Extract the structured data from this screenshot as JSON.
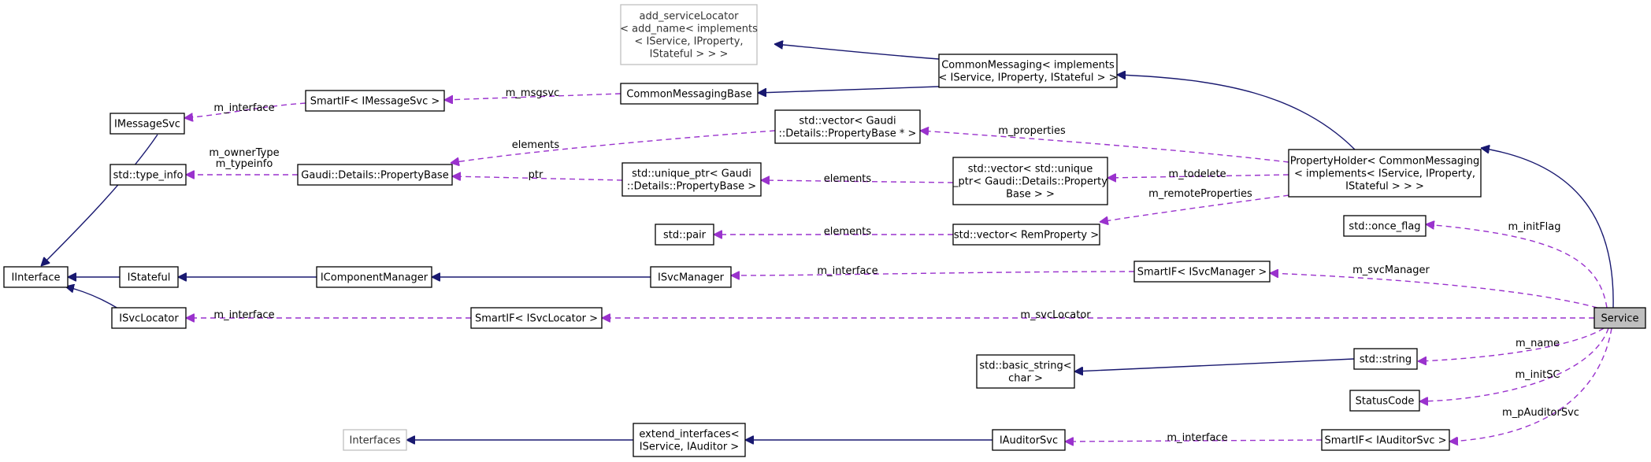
{
  "colors": {
    "inheritance": "#191970",
    "member": "#9a32cd",
    "focus_fill": "#bfbfbf",
    "ghost_border": "#bfbfbf"
  },
  "nodes": [
    {
      "id": "IInterface",
      "lines": [
        "IInterface"
      ]
    },
    {
      "id": "IMessageSvc",
      "lines": [
        "IMessageSvc"
      ]
    },
    {
      "id": "type_info",
      "lines": [
        "std::type_info"
      ]
    },
    {
      "id": "IStateful",
      "lines": [
        "IStateful"
      ]
    },
    {
      "id": "ISvcLocator",
      "lines": [
        "ISvcLocator"
      ]
    },
    {
      "id": "SmartIF_IMessageSvc",
      "lines": [
        "SmartIF< IMessageSvc >"
      ]
    },
    {
      "id": "PropertyBase",
      "lines": [
        "Gaudi::Details::PropertyBase"
      ]
    },
    {
      "id": "IComponentManager",
      "lines": [
        "IComponentManager"
      ]
    },
    {
      "id": "SmartIF_ISvcLocator",
      "lines": [
        "SmartIF< ISvcLocator >"
      ]
    },
    {
      "id": "Interfaces",
      "lines": [
        "Interfaces"
      ]
    },
    {
      "id": "add_serviceLocator",
      "lines": [
        "add_serviceLocator",
        "< add_name< implements",
        "< IService, IProperty,",
        "IStateful > > >"
      ]
    },
    {
      "id": "CommonMessagingBase",
      "lines": [
        "CommonMessagingBase"
      ]
    },
    {
      "id": "vector_PropertyBase",
      "lines": [
        "std::vector< Gaudi",
        "::Details::PropertyBase * >"
      ]
    },
    {
      "id": "unique_ptr",
      "lines": [
        "std::unique_ptr< Gaudi",
        "::Details::PropertyBase >"
      ]
    },
    {
      "id": "pair",
      "lines": [
        "std::pair"
      ]
    },
    {
      "id": "ISvcManager",
      "lines": [
        "ISvcManager"
      ]
    },
    {
      "id": "extend_interfaces",
      "lines": [
        "extend_interfaces<",
        "IService, IAuditor >"
      ]
    },
    {
      "id": "CommonMessaging",
      "lines": [
        "CommonMessaging< implements",
        "< IService, IProperty, IStateful > >"
      ]
    },
    {
      "id": "vector_unique",
      "lines": [
        "std::vector< std::unique",
        "_ptr< Gaudi::Details::Property",
        "Base > >"
      ]
    },
    {
      "id": "vector_RemProperty",
      "lines": [
        "std::vector< RemProperty >"
      ]
    },
    {
      "id": "basic_string",
      "lines": [
        "std::basic_string<",
        "char >"
      ]
    },
    {
      "id": "IAuditorSvc",
      "lines": [
        "IAuditorSvc"
      ]
    },
    {
      "id": "SmartIF_ISvcManager",
      "lines": [
        "SmartIF< ISvcManager >"
      ]
    },
    {
      "id": "PropertyHolder",
      "lines": [
        "PropertyHolder< CommonMessaging",
        "< implements< IService, IProperty,",
        "IStateful > > >"
      ]
    },
    {
      "id": "once_flag",
      "lines": [
        "std::once_flag"
      ]
    },
    {
      "id": "string",
      "lines": [
        "std::string"
      ]
    },
    {
      "id": "StatusCode",
      "lines": [
        "StatusCode"
      ]
    },
    {
      "id": "SmartIF_IAuditorSvc",
      "lines": [
        "SmartIF< IAuditorSvc >"
      ]
    },
    {
      "id": "Service",
      "lines": [
        "Service"
      ]
    }
  ],
  "edge_labels": [
    {
      "id": "m_interface_msg",
      "lines": [
        "m_interface"
      ]
    },
    {
      "id": "m_msgsvc",
      "lines": [
        "m_msgsvc"
      ]
    },
    {
      "id": "m_ownerType",
      "lines": [
        "m_ownerType",
        "m_typeinfo"
      ]
    },
    {
      "id": "elements_pb",
      "lines": [
        "elements"
      ]
    },
    {
      "id": "ptr",
      "lines": [
        "ptr"
      ]
    },
    {
      "id": "m_properties",
      "lines": [
        "m_properties"
      ]
    },
    {
      "id": "elements_up",
      "lines": [
        "elements"
      ]
    },
    {
      "id": "m_todelete",
      "lines": [
        "m_todelete"
      ]
    },
    {
      "id": "m_remoteProperties",
      "lines": [
        "m_remoteProperties"
      ]
    },
    {
      "id": "elements_pair",
      "lines": [
        "elements"
      ]
    },
    {
      "id": "m_initFlag",
      "lines": [
        "m_initFlag"
      ]
    },
    {
      "id": "m_interface_svcmgr",
      "lines": [
        "m_interface"
      ]
    },
    {
      "id": "m_svcManager",
      "lines": [
        "m_svcManager"
      ]
    },
    {
      "id": "m_interface_svcloc",
      "lines": [
        "m_interface"
      ]
    },
    {
      "id": "m_svcLocator",
      "lines": [
        "m_svcLocator"
      ]
    },
    {
      "id": "m_name",
      "lines": [
        "m_name"
      ]
    },
    {
      "id": "m_initSC",
      "lines": [
        "m_initSC"
      ]
    },
    {
      "id": "m_pAuditorSvc",
      "lines": [
        "m_pAuditorSvc"
      ]
    },
    {
      "id": "m_interface_aud",
      "lines": [
        "m_interface"
      ]
    }
  ]
}
